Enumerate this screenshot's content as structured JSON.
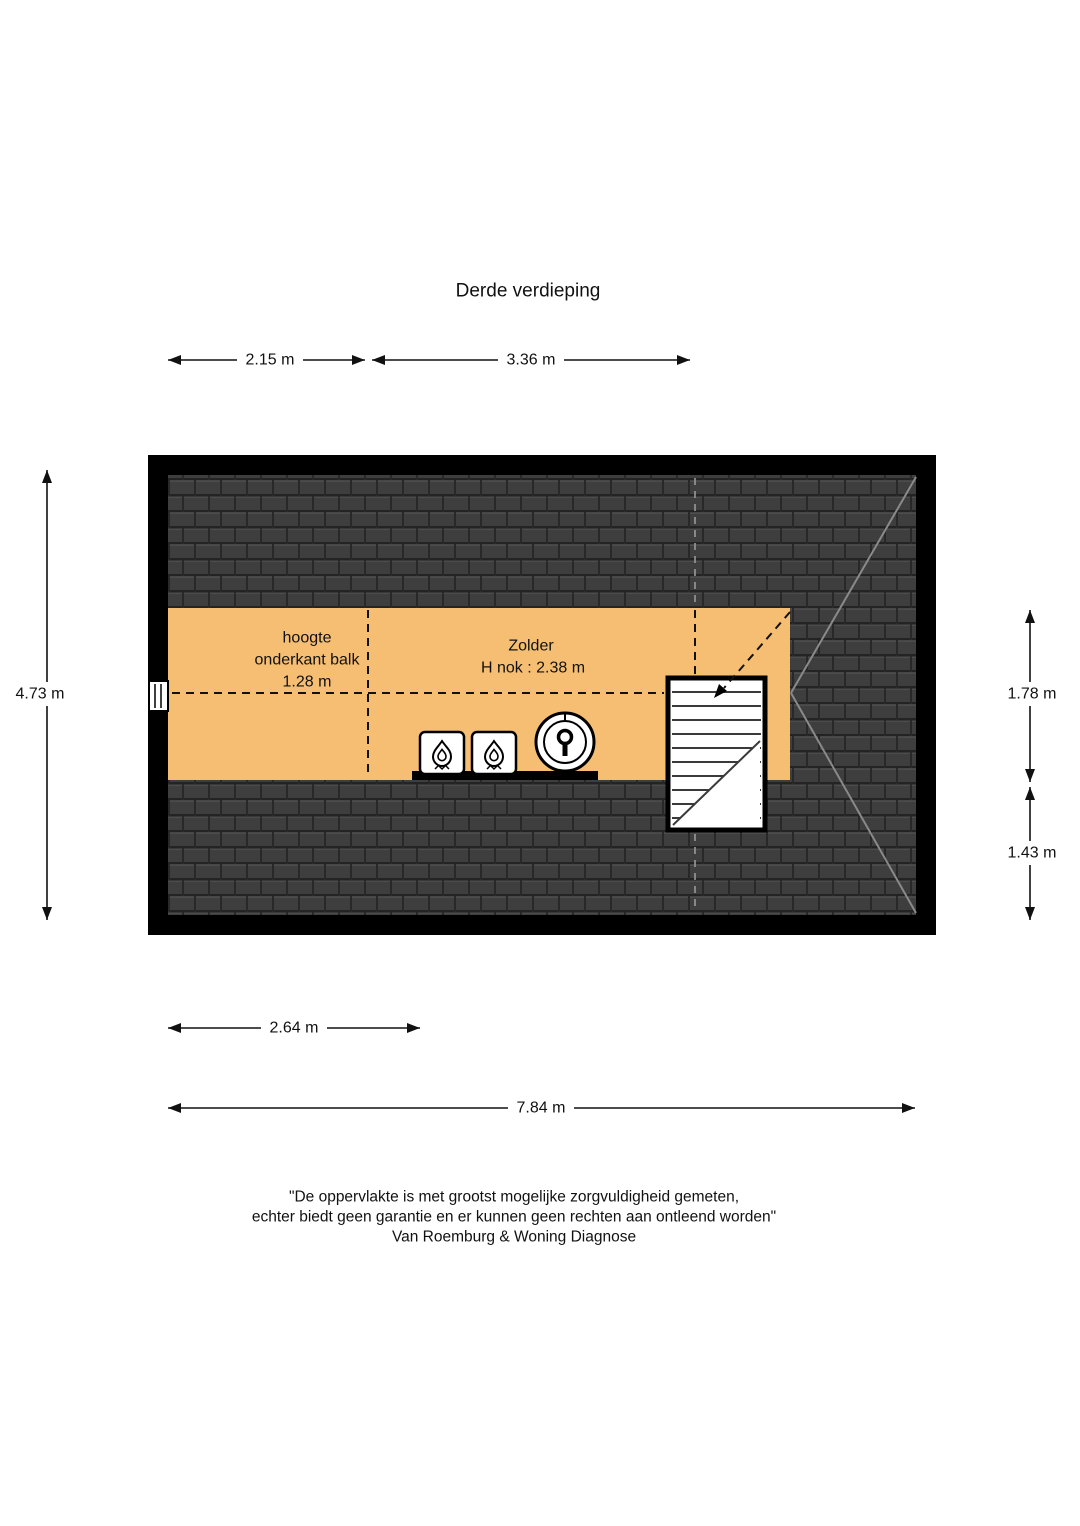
{
  "title": "Derde verdieping",
  "plan": {
    "room_label": "Zolder",
    "ridge_height_label": "H nok : 2.38 m",
    "beam_note": [
      "hoogte",
      "onderkant balk",
      "1.28 m"
    ]
  },
  "dimensions": {
    "top_left": "2.15 m",
    "top_right": "3.36 m",
    "left": "4.73 m",
    "right_upper": "1.78 m",
    "right_lower": "1.43 m",
    "bottom_inner": "2.64 m",
    "bottom_total": "7.84 m"
  },
  "disclaimer": {
    "line1": "\"De oppervlakte is met grootst mogelijke zorgvuldigheid gemeten,",
    "line2": "echter biedt geen garantie en er kunnen geen rechten aan ontleend worden\"",
    "line3": "Van Roemburg & Woning Diagnose"
  },
  "icons": [
    "boiler-flame-icon",
    "boiler-flame-icon",
    "ventilation-unit-icon",
    "stair-direction-arrow",
    "window-icon"
  ],
  "colors": {
    "floor": "#F5BE72",
    "roof": "#3E3E3E",
    "wall": "#000000"
  }
}
